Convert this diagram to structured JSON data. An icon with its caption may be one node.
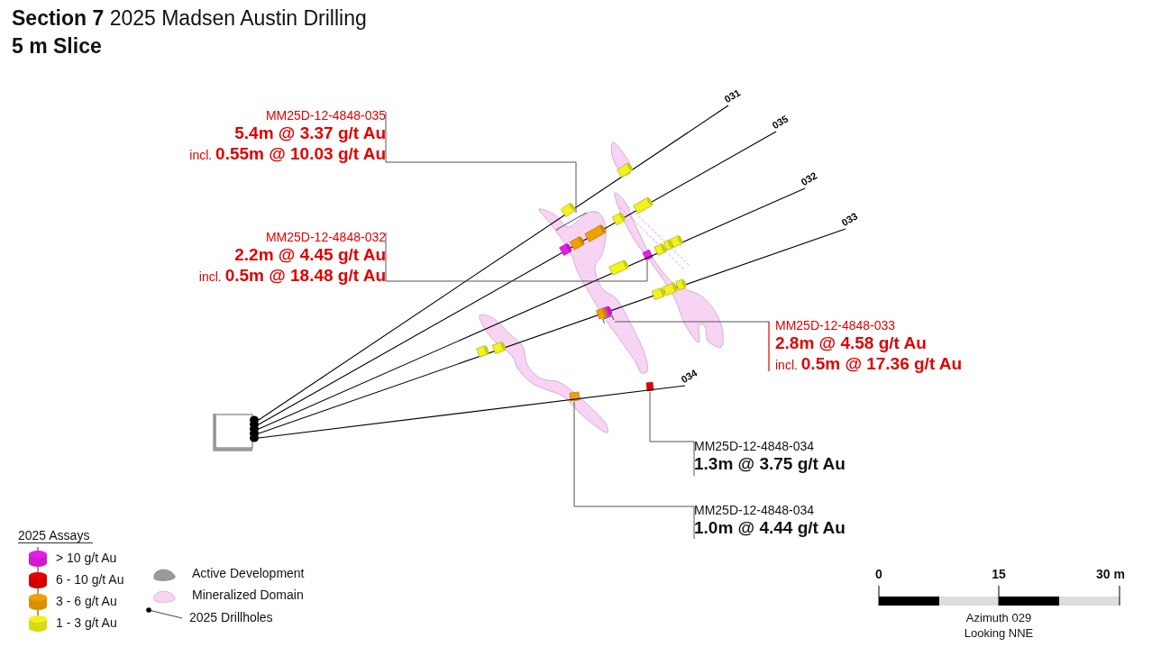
{
  "diagram": {
    "title": "**Section 7** 2025 Madsen Austin Drilling",
    "nodes": [
      {
        "text": [
          "MM25D-12-4848-035",
          "5.4m @ 3.37 g/t Au",
          "incl. **0.55m @ 10.03 g/t Au**"
        ]
      },
      {
        "text": [
          "031"
        ]
      },
      {
        "text": [
          "035"
        ]
      },
      {
        "text": [
          "032"
        ]
      },
      {
        "text": [
          "MM25D-12-4848-032",
          "2.2m @ 4.45 g/t Au",
          "incl. **0.5m @ 18.48 g/t Au**"
        ]
      },
      {
        "text": [
          "033"
        ]
      },
      {
        "text": [
          "MM25D-12-4848-033",
          "2.8m @ 4.58 g/t Au",
          "incl. **0.5m @ 17.36 g/t Au**"
        ]
      },
      {
        "text": [
          "034"
        ]
      },
      {
        "text": [],
        "shape": "box"
      },
      {
        "text": [
          "MM25D-12-4848-034",
          "1.3m @ 3.75 g/t Au"
        ]
      },
      {
        "text": [
          "MM25D-12-4848-034",
          "1.0m @ 4.44 g/t Au"
        ]
      },
      {
        "text": [],
        "shape": "bracket"
      },
      {
        "text": [],
        "shape": "bar"
      },
      {
        "text": [],
        "shape": "bracket"
      },
      {
        "text": [],
        "shape": "bar"
      },
      {
        "text": [],
        "shape": "bar"
      }
    ],
    "edges": [
      {
        "from": 8,
        "to": 1,
        "arrow": "none"
      },
      {
        "from": 8,
        "to": 2,
        "arrow": "none"
      },
      {
        "from": 8,
        "to": 3,
        "arrow": "none"
      },
      {
        "from": 8,
        "to": 5,
        "arrow": "none"
      },
      {
        "from": 8,
        "to": 7,
        "arrow": "none"
      },
      {
        "from": 0,
        "to": 11,
        "arrow": "none"
      },
      {
        "from": 4,
        "to": 12,
        "arrow": "none"
      },
      {
        "from": 6,
        "to": 13,
        "arrow": "none"
      },
      {
        "from": 9,
        "to": 14,
        "arrow": "none"
      },
      {
        "from": 10,
        "to": 15,
        "arrow": "none"
      }
    ],
    "labels": [
      "5 m Slice",
      "2025 Assays",
      "0",
      "15",
      "30 m",
      "Azimuth 029",
      "Looking NNE"
    ],
    "legend": [
      {
        "text": "> 10 g/t Au",
        "color": "#e81ce8"
      },
      {
        "text": "6 - 10 g/t Au",
        "color": "#e80000"
      },
      {
        "text": "3 - 6 g/t Au",
        "color": "#f0a000"
      },
      {
        "text": "1 - 3 g/t Au",
        "color": "#f2f21c"
      },
      {
        "text": "Active Development",
        "color": "#9a9a9a"
      },
      {
        "text": "Mineralized Domain",
        "color": "#f8d4f4"
      },
      {
        "text": "2025 Drillholes"
      }
    ]
  }
}
